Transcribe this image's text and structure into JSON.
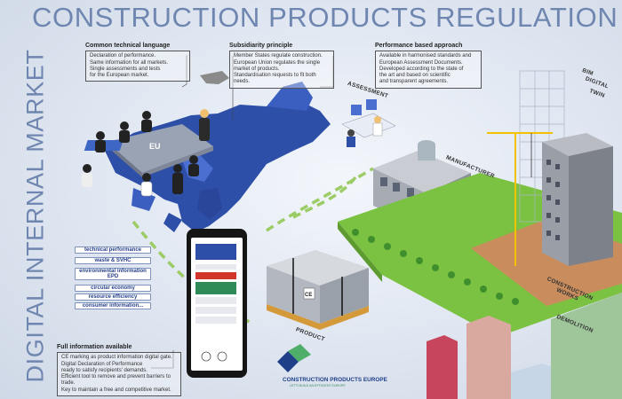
{
  "title": "CONSTRUCTION PRODUCTS REGULATION",
  "side_title": "DIGITAL INTERNAL MARKET",
  "callouts": {
    "common": {
      "heading": "Common technical language",
      "lines": [
        "Declaration of performance.",
        "Same information for all markets.",
        "Single assessments and tests",
        "for the European market."
      ]
    },
    "subsidiarity": {
      "heading": "Subsidiarity principle",
      "lines": [
        "Member States regulate construction.",
        "European Union regulates the single",
        "market of products.",
        "Standardisation requests to fit both",
        "needs."
      ]
    },
    "performance": {
      "heading": "Performance based approach",
      "lines": [
        "Available in harmonised standards and",
        "European Assessment Documents.",
        "Developed according to the state of",
        "the art and based on scientific",
        "and transparent agreements."
      ]
    },
    "full_info": {
      "heading": "Full information available",
      "lines": [
        "CE marking as product information digital gate.",
        "Digital Declaration of Performance",
        "ready to satisfy recipients' demands.",
        "Efficient tool to remove and prevent barriers to trade.",
        "Key to maintain a free and competitive market."
      ]
    }
  },
  "info_pills": [
    "technical performance",
    "waste & SVHC",
    "environmental information EPD",
    "circular economy",
    "resource efficiency",
    "consumer information..."
  ],
  "stage_labels": {
    "assessment": "ASSESSMENT",
    "manufacturer": "MANUFACTURER",
    "product": "PRODUCT",
    "construction_works": "CONSTRUCTION WORKS",
    "demolition": "DEMOLITION",
    "bim_line1": "BIM",
    "bim_line2": "DIGITAL",
    "bim_line3": "TWIN"
  },
  "logo": {
    "name": "CONSTRUCTION PRODUCTS EUROPE",
    "tagline": "LET'S BUILD AN EFFICIENT EUROPE"
  },
  "colors": {
    "title_blue": "#6f86b0",
    "map_blue": "#2e4fa8",
    "grass_green": "#7cc242",
    "path_green": "#9ccc65",
    "brand_blue": "#1f3f89"
  }
}
